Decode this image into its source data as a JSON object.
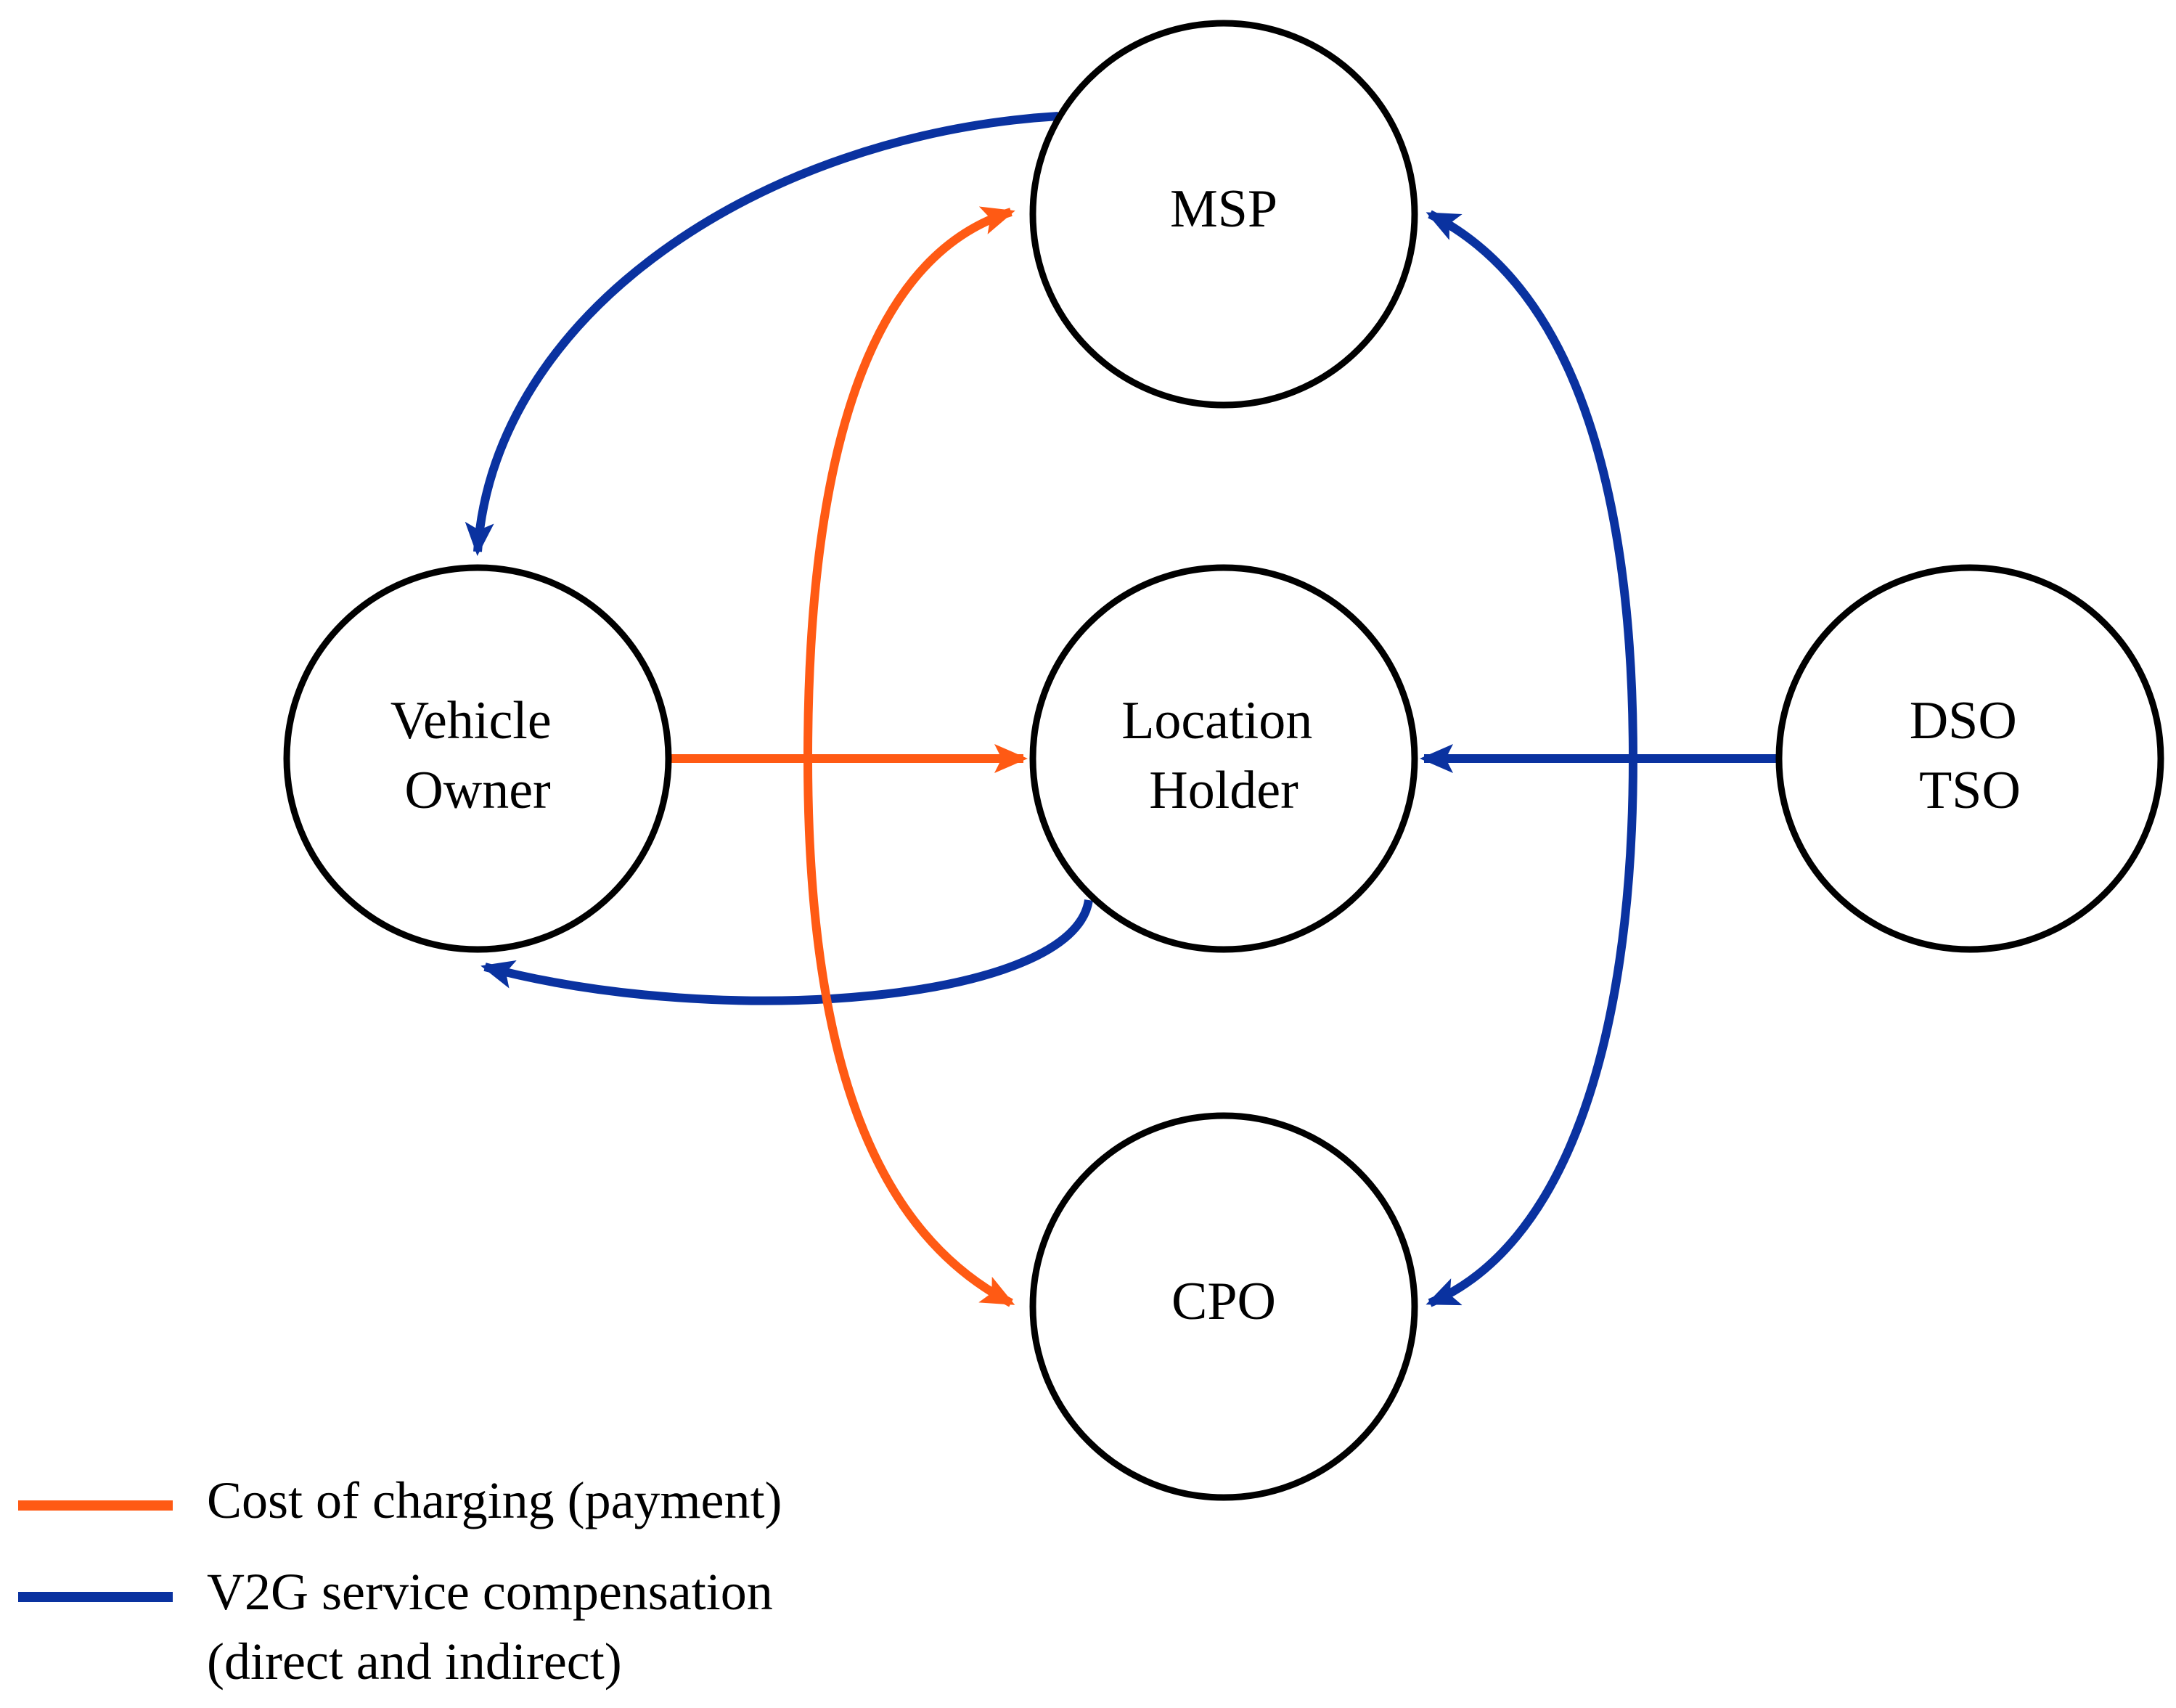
{
  "colors": {
    "payment": "#ff5a14",
    "compensation": "#0a32a0",
    "node_stroke": "#000000"
  },
  "nodes": {
    "msp": {
      "lines": [
        "MSP"
      ]
    },
    "vehicle_owner": {
      "lines": [
        "Vehicle",
        "Owner"
      ]
    },
    "location_holder": {
      "lines": [
        "Location",
        "Holder"
      ]
    },
    "dso_tso": {
      "lines": [
        "DSO",
        "TSO"
      ]
    },
    "cpo": {
      "lines": [
        "CPO"
      ]
    }
  },
  "edges": [
    {
      "from": "MSP",
      "to": "Vehicle Owner",
      "kind": "compensation"
    },
    {
      "from": "Vehicle Owner",
      "to": "Location Holder",
      "kind": "payment"
    },
    {
      "from": "DSO TSO",
      "to": "Location Holder",
      "kind": "compensation"
    },
    {
      "from": "Location Holder",
      "to": "Vehicle Owner",
      "kind": "compensation"
    },
    {
      "from": "CPO",
      "to": "MSP",
      "kind": "payment"
    },
    {
      "from": "MSP",
      "to": "CPO",
      "kind": "payment"
    },
    {
      "from": "CPO",
      "to": "MSP",
      "kind": "compensation"
    },
    {
      "from": "MSP",
      "to": "CPO",
      "kind": "compensation"
    }
  ],
  "legend": {
    "payment": {
      "lines": [
        "Cost of charging (payment)"
      ]
    },
    "compensation": {
      "lines": [
        "V2G service compensation",
        "(direct and indirect)"
      ]
    }
  }
}
